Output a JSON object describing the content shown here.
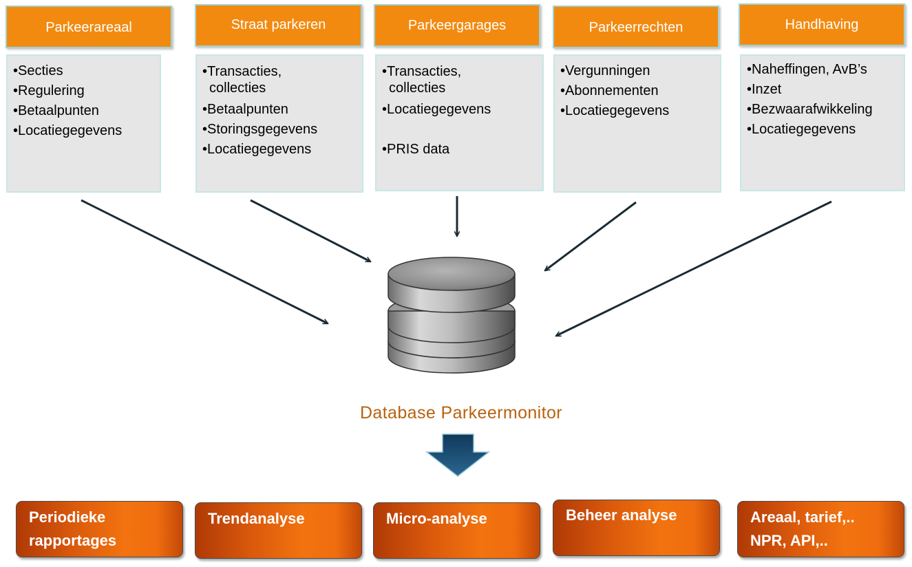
{
  "sources": [
    {
      "title": "Parkeerareaal",
      "items": [
        "•Secties",
        "•Regulering",
        "•Betaalpunten",
        "•Locatiegegevens"
      ]
    },
    {
      "title": "Straat parkeren",
      "items": [
        "•Transacties,",
        "collecties",
        "•Betaalpunten",
        "•Storingsgegevens",
        "•Locatiegegevens"
      ]
    },
    {
      "title": "Parkeergarages",
      "items": [
        "•Transacties,",
        "collecties",
        "•Locatiegegevens",
        "",
        "•PRIS data"
      ]
    },
    {
      "title": "Parkeerrechten",
      "items": [
        "•Vergunningen",
        "•Abonnementen",
        "•Locatiegegevens"
      ]
    },
    {
      "title": "Handhaving",
      "items": [
        "•Naheffingen, AvB’s",
        "•Inzet",
        "•Bezwaarafwikkeling",
        "•Locatiegegevens"
      ]
    }
  ],
  "database": {
    "label": "Database Parkeermonitor",
    "icon": "database-icon"
  },
  "outputs": [
    {
      "line1": "Periodieke",
      "line2": "rapportages"
    },
    {
      "line1": "Trendanalyse",
      "line2": ""
    },
    {
      "line1": "Micro-analyse",
      "line2": ""
    },
    {
      "line1": "Beheer analyse",
      "line2": ""
    },
    {
      "line1": "Areaal, tarief,..",
      "line2": "NPR, API,.."
    }
  ],
  "colors": {
    "header_orange": "#f28a10",
    "box_grey": "#e6e6e6",
    "label_brown": "#b8620e",
    "down_arrow": "#1f4e79",
    "output_orange": "#f2730f"
  }
}
